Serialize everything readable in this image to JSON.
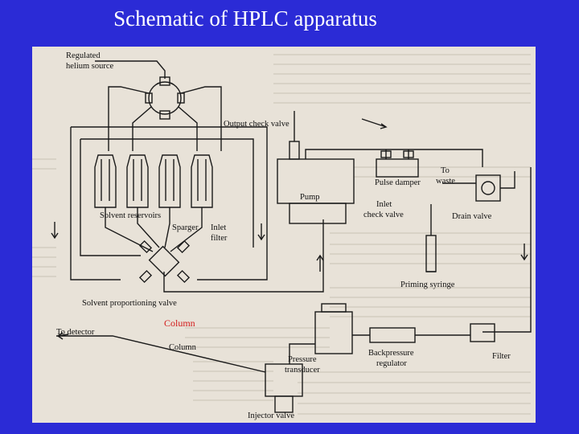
{
  "slide": {
    "title": "Schematic of HPLC apparatus"
  },
  "labels": {
    "helium_line1": "Regulated",
    "helium_line2": "helium source",
    "output_check_valve": "Output check valve",
    "pump": "Pump",
    "pulse_damper": "Pulse damper",
    "to_waste_line1": "To",
    "to_waste_line2": "waste",
    "inlet_check_line1": "Inlet",
    "inlet_check_line2": "check valve",
    "drain_valve": "Drain valve",
    "solvent_reservoirs": "Solvent reservoirs",
    "sparger": "Sparger",
    "inlet_filter_line1": "Inlet",
    "inlet_filter_line2": "filter",
    "priming_syringe": "Priming syringe",
    "solvent_proportioning_valve": "Solvent proportioning valve",
    "column_highlight": "Column",
    "to_detector": "To detector",
    "column": "Column",
    "pressure_transducer_line1": "Pressure",
    "pressure_transducer_line2": "transducer",
    "backpressure_line1": "Backpressure",
    "backpressure_line2": "regulator",
    "filter": "Filter",
    "injector_valve": "Injector valve"
  },
  "colors": {
    "background": "#2b2bd6",
    "title": "#ffffff",
    "paper": "#e8e2d8",
    "highlight": "#d21a1a"
  }
}
